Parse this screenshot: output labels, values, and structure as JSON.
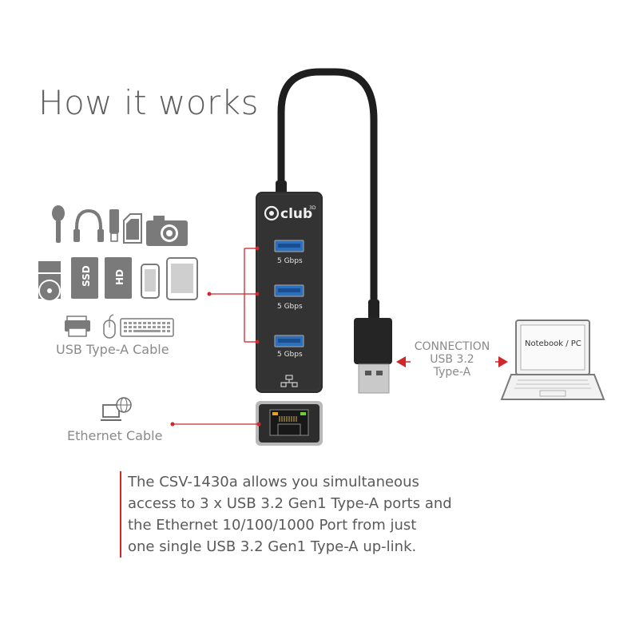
{
  "title": "How it works",
  "hub": {
    "brand": "club",
    "brand_sup": "3D",
    "port_labels": [
      "5 Gbps",
      "5 Gbps",
      "5 Gbps"
    ]
  },
  "labels": {
    "usb_cable": "USB Type-A Cable",
    "ethernet_cable": "Ethernet Cable",
    "notebook": "Notebook / PC",
    "connection": [
      "CONNECTION",
      "USB 3.2",
      "Type-A"
    ]
  },
  "device_icons": {
    "row1": [
      "microphone-icon",
      "headphones-icon",
      "usb-stick-icon",
      "sd-card-icon",
      "camera-icon"
    ],
    "row2": [
      "optical-drive-icon",
      "ssd-icon",
      "hdd-icon",
      "smartphone-icon",
      "tablet-icon"
    ],
    "row3": [
      "printer-icon",
      "mouse-icon",
      "keyboard-icon"
    ],
    "disk_labels": [
      "SSD",
      "HD"
    ]
  },
  "description": [
    "The CSV-1430a allows you simultaneous",
    "access to 3 x USB 3.2 Gen1 Type-A ports and",
    "the Ethernet 10/100/1000 Port from just",
    "one single USB 3.2 Gen1 Type-A up-link."
  ],
  "colors": {
    "accent": "#d0272b",
    "text": "#5a5a5a",
    "icon": "#7a7a7a",
    "hub": "#2b2b2b"
  }
}
